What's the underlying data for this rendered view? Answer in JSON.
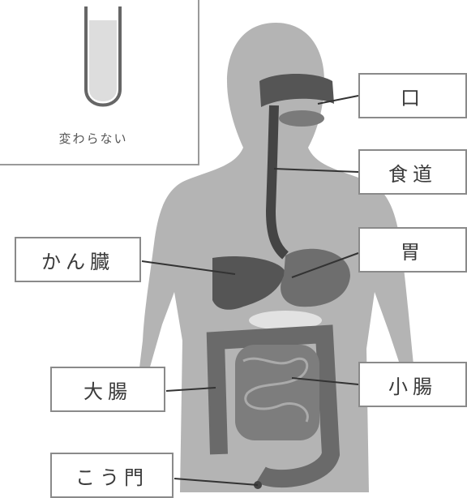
{
  "inset": {
    "caption": "変わらない"
  },
  "labels": {
    "mouth": "口",
    "esophagus": "食道",
    "liver": "かん臓",
    "stomach": "胃",
    "large_intestine": "大腸",
    "small_intestine": "小腸",
    "anus": "こう門"
  },
  "colors": {
    "body": "#b4b4b4",
    "organ_dark": "#555555",
    "organ_mid": "#7a7a7a",
    "line": "#333333"
  }
}
